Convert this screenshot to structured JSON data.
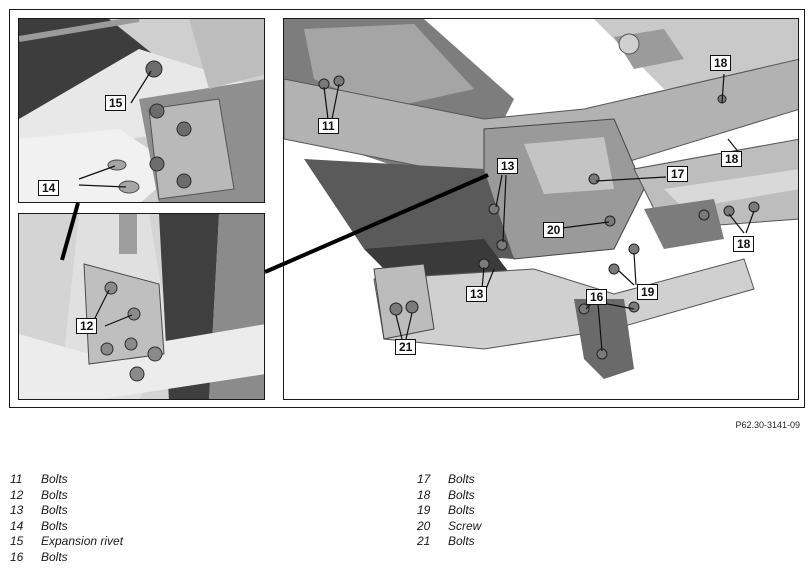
{
  "figure_reference": "P62.30-3141-09",
  "callouts": {
    "c11": "11",
    "c12": "12",
    "c13a": "13",
    "c13b": "13",
    "c14": "14",
    "c15": "15",
    "c16": "16",
    "c17": "17",
    "c18a": "18",
    "c18b": "18",
    "c18c": "18",
    "c19": "19",
    "c20": "20",
    "c21": "21"
  },
  "legend": [
    {
      "number": "11",
      "label": "Bolts"
    },
    {
      "number": "12",
      "label": "Bolts"
    },
    {
      "number": "13",
      "label": "Bolts"
    },
    {
      "number": "14",
      "label": "Bolts"
    },
    {
      "number": "15",
      "label": "Expansion rivet"
    },
    {
      "number": "16",
      "label": "Bolts"
    },
    {
      "number": "17",
      "label": "Bolts"
    },
    {
      "number": "18",
      "label": "Bolts"
    },
    {
      "number": "19",
      "label": "Bolts"
    },
    {
      "number": "20",
      "label": "Screw"
    },
    {
      "number": "21",
      "label": "Bolts"
    }
  ],
  "colors": {
    "frame_border": "#1a1a1a",
    "metal_light": "#d6d6d6",
    "metal_mid": "#a9a9a9",
    "metal_dark": "#4a4a4a",
    "background": "#ffffff"
  }
}
